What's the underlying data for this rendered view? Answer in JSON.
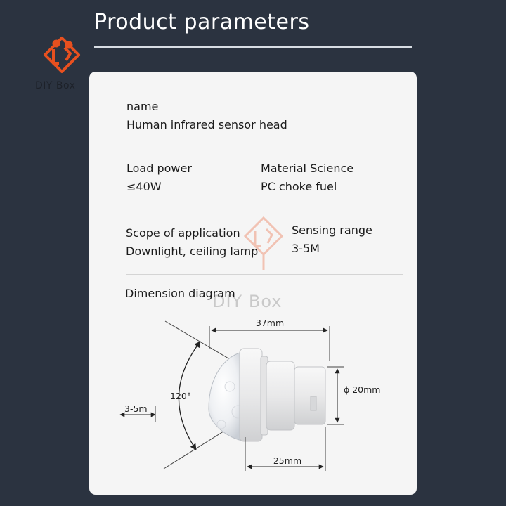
{
  "header": {
    "title": "Product parameters"
  },
  "brand": {
    "logo_text": "DIY Box",
    "watermark_text": "DIY Box",
    "accent_color": "#e8501f"
  },
  "params": {
    "name_label": "name",
    "name_value": "Human infrared sensor head",
    "load_power_label": "Load power",
    "load_power_value": "≤40W",
    "material_label": "Material Science",
    "material_value": "PC choke fuel",
    "scope_label": "Scope of application",
    "scope_value": "Downlight, ceiling lamp",
    "sensing_label": "Sensing range",
    "sensing_value": "3-5M",
    "dimension_label": "Dimension diagram"
  },
  "diagram": {
    "width_label": "37mm",
    "diameter_label": "ϕ 20mm",
    "base_label": "25mm",
    "angle_label": "120°",
    "range_label": "3-5m"
  }
}
